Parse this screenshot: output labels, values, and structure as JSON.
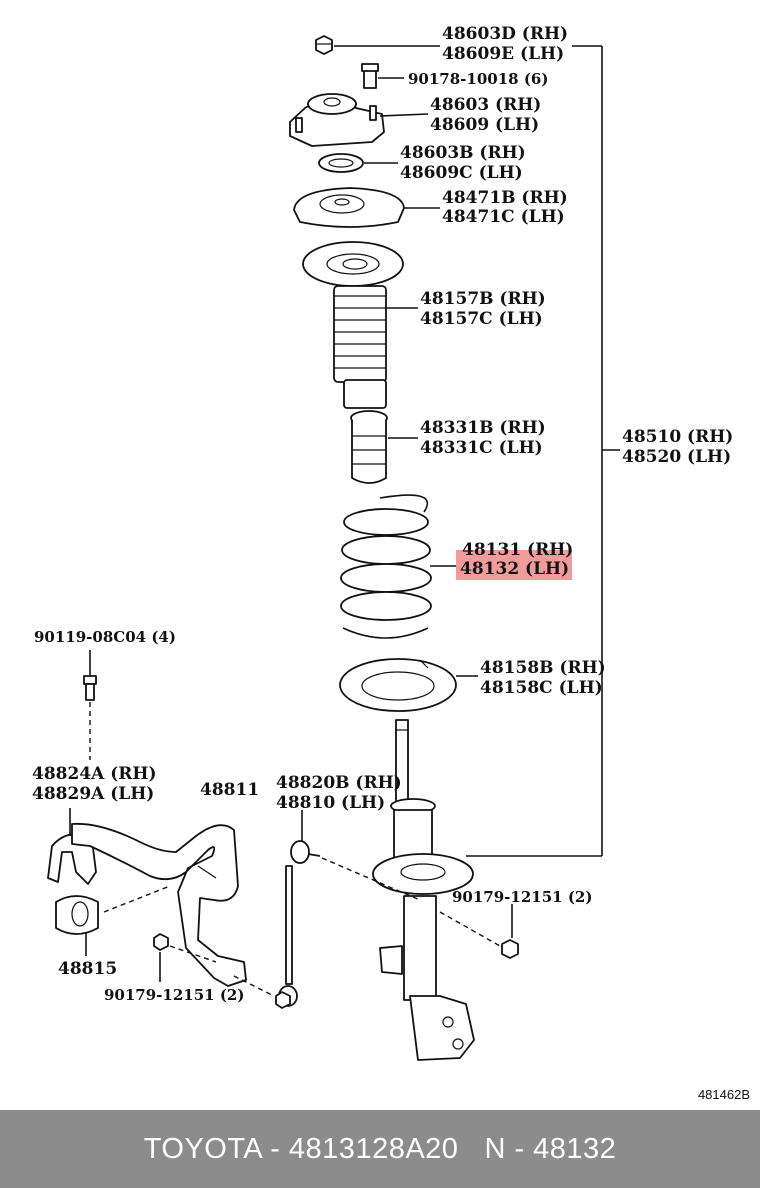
{
  "labels": {
    "top_nut": [
      "48603D (RH)",
      "48609E (LH)"
    ],
    "stud_bolt": "90178-10018 (6)",
    "support": [
      "48603 (RH)",
      "48609 (LH)"
    ],
    "bearing": [
      "48603B (RH)",
      "48609C (LH)"
    ],
    "upper_seat": [
      "48471B (RH)",
      "48471C (LH)"
    ],
    "boot": [
      "48157B (RH)",
      "48157C (LH)"
    ],
    "bump_stopper": [
      "48331B (RH)",
      "48331C (LH)"
    ],
    "coil_spring": [
      "48131 (RH)",
      "48132 (LH)"
    ],
    "lower_insulator": [
      "48158B (RH)",
      "48158C (LH)"
    ],
    "assembly": [
      "48510 (RH)",
      "48520 (LH)"
    ],
    "bracket_bolt": "90119-08C04 (4)",
    "bracket": [
      "48824A (RH)",
      "48829A (LH)"
    ],
    "stabilizer_bar": "48811",
    "link": [
      "48820B (RH)",
      "48810 (LH)"
    ],
    "bushing": "48815",
    "nut_left": "90179-12151 (2)",
    "nut_right": "90179-12151 (2)"
  },
  "highlight": {
    "label": "coil_spring",
    "line": 1,
    "color": "#f08a8a"
  },
  "drawing_ref": "481462B",
  "footer": {
    "brand_part": "TOYOTA - 4813128A20",
    "number": "N - 48132",
    "background": "#8c8c8c"
  }
}
